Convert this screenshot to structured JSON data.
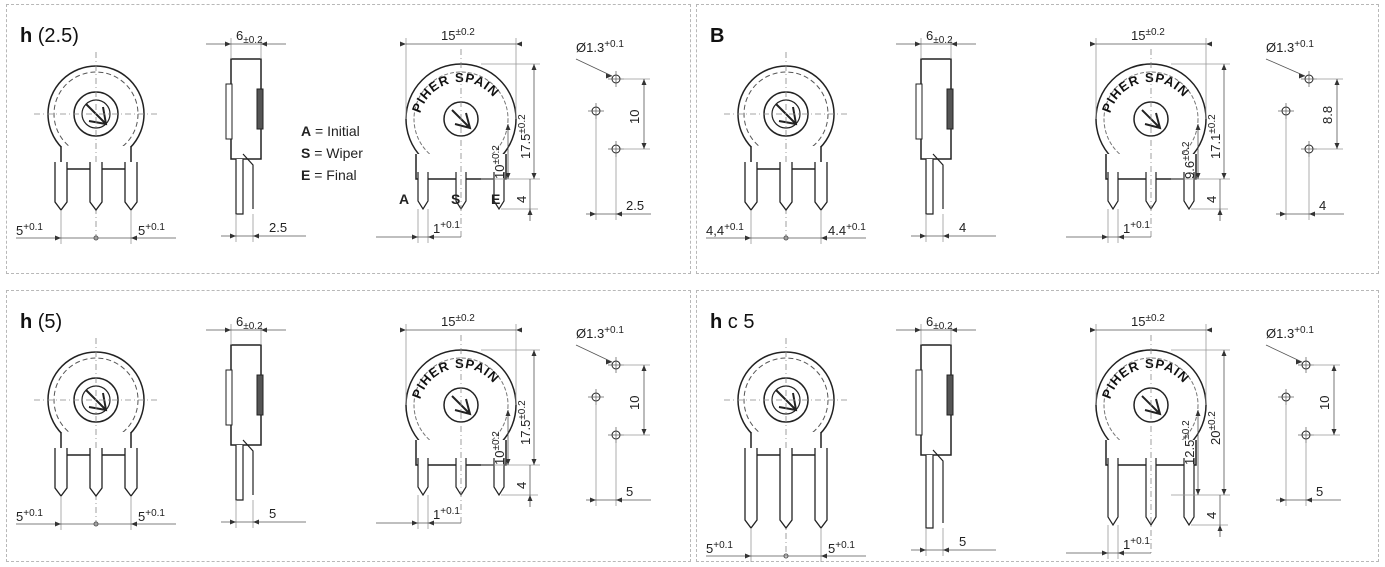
{
  "panels": [
    {
      "id": "h25",
      "title_bold": "h",
      "title_rest": " (2.5)",
      "front_left_dim": "5",
      "front_left_tol": "+0.1",
      "front_right_dim": "5",
      "front_right_tol": "+0.1",
      "side_top_dim": "6",
      "side_top_tol": "±0.2",
      "side_bottom_dim": "2.5",
      "persp_top_dim": "15",
      "persp_top_tol": "±0.2",
      "persp_brand": "PIHER SPAIN",
      "persp_height_outer": "17.5",
      "persp_height_outer_tol": "±0.2",
      "persp_height_inner": "10",
      "persp_height_inner_tol": "±0.2",
      "persp_pin_len": "4",
      "persp_bottom_dim": "1",
      "persp_bottom_tol": "+0.1",
      "pin_letters": [
        "A",
        "S",
        "E"
      ],
      "legend": [
        {
          "key": "A",
          "text": " = Initial"
        },
        {
          "key": "S",
          "text": " = Wiper"
        },
        {
          "key": "E",
          "text": " = Final"
        }
      ],
      "hole_diameter": "Ø1.3",
      "hole_tol": "+0.1",
      "hole_vertical": "10",
      "hole_horizontal": "2.5"
    },
    {
      "id": "B",
      "title_bold": "B",
      "title_rest": "",
      "front_left_dim": "4,4",
      "front_left_tol": "+0.1",
      "front_right_dim": "4.4",
      "front_right_tol": "+0.1",
      "side_top_dim": "6",
      "side_top_tol": "±0.2",
      "side_bottom_dim": "4",
      "persp_top_dim": "15",
      "persp_top_tol": "±0.2",
      "persp_brand": "PIHER SPAIN",
      "persp_height_outer": "17.1",
      "persp_height_outer_tol": "±0.2",
      "persp_height_inner": "9.6",
      "persp_height_inner_tol": "±0.2",
      "persp_pin_len": "4",
      "persp_bottom_dim": "1",
      "persp_bottom_tol": "+0.1",
      "hole_diameter": "Ø1.3",
      "hole_tol": "+0.1",
      "hole_vertical": "8.8",
      "hole_horizontal": "4"
    },
    {
      "id": "h5",
      "title_bold": "h",
      "title_rest": " (5)",
      "front_left_dim": "5",
      "front_left_tol": "+0.1",
      "front_right_dim": "5",
      "front_right_tol": "+0.1",
      "side_top_dim": "6",
      "side_top_tol": "±0.2",
      "side_bottom_dim": "5",
      "persp_top_dim": "15",
      "persp_top_tol": "±0.2",
      "persp_brand": "PIHER SPAIN",
      "persp_height_outer": "17.5",
      "persp_height_outer_tol": "±0.2",
      "persp_height_inner": "10",
      "persp_height_inner_tol": "±0.2",
      "persp_pin_len": "4",
      "persp_bottom_dim": "1",
      "persp_bottom_tol": "+0.1",
      "hole_diameter": "Ø1.3",
      "hole_tol": "+0.1",
      "hole_vertical": "10",
      "hole_horizontal": "5"
    },
    {
      "id": "hc5",
      "title_bold": "h",
      "title_rest": " c 5",
      "front_left_dim": "5",
      "front_left_tol": "+0.1",
      "front_right_dim": "5",
      "front_right_tol": "+0.1",
      "side_top_dim": "6",
      "side_top_tol": "±0.2",
      "side_bottom_dim": "5",
      "persp_top_dim": "15",
      "persp_top_tol": "±0.2",
      "persp_brand": "PIHER SPAIN",
      "persp_height_outer": "20",
      "persp_height_outer_tol": "±0.2",
      "persp_height_inner": "12.5",
      "persp_height_inner_tol": "±0.2",
      "persp_pin_len": "4",
      "persp_bottom_dim": "1",
      "persp_bottom_tol": "+0.1",
      "hole_diameter": "Ø1.3",
      "hole_tol": "+0.1",
      "hole_vertical": "10",
      "hole_horizontal": "5"
    }
  ]
}
